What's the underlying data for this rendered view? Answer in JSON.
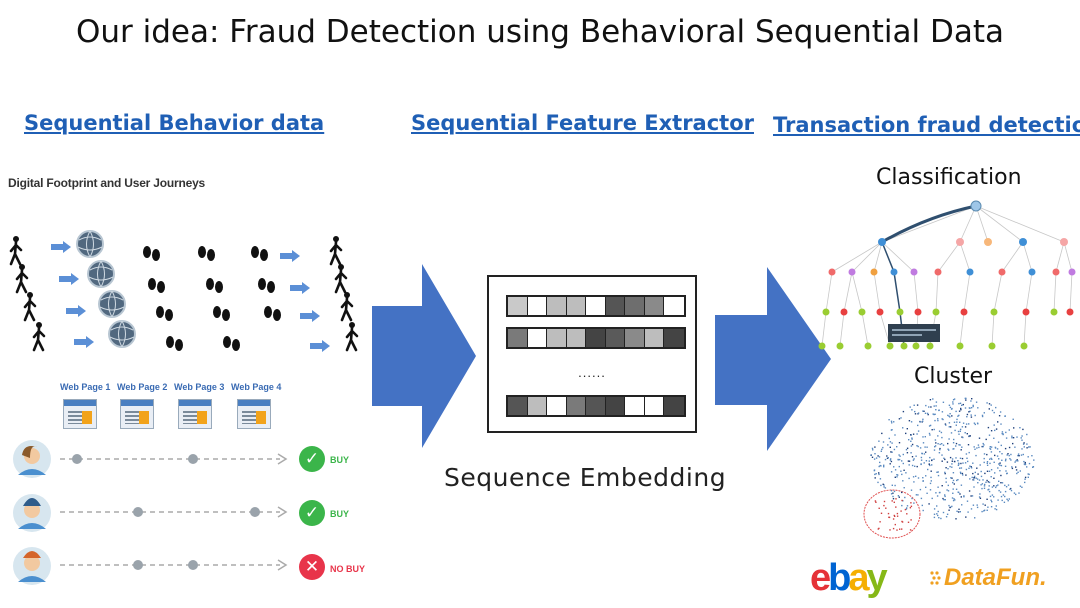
{
  "title": "Our idea: Fraud Detection using Behavioral Sequential Data",
  "headings": {
    "left": "Sequential Behavior data",
    "middle": "Sequential Feature Extractor",
    "right": "Transaction fraud detection"
  },
  "left_panel": {
    "footprint_title": "Digital Footprint and User Journeys",
    "pages": [
      "Web Page 1",
      "Web Page 2",
      "Web Page 3",
      "Web Page 4"
    ],
    "journeys": [
      {
        "outcome": "BUY",
        "result": "buy"
      },
      {
        "outcome": "BUY",
        "result": "buy"
      },
      {
        "outcome": "NO BUY",
        "result": "no-buy"
      }
    ]
  },
  "middle_panel": {
    "ellipsis": "......",
    "label": "Sequence Embedding"
  },
  "right_panel": {
    "classification_label": "Classification",
    "cluster_label": "Cluster"
  },
  "logos": {
    "ebay": "ebay",
    "datafun": "DataFun."
  },
  "colors": {
    "heading": "#1f5fb5",
    "arrow": "#4472c4",
    "buy": "#3bb54a",
    "no_buy": "#e8344a",
    "ebay_e": "#e53238",
    "ebay_b": "#0064d2",
    "ebay_a": "#f5af02",
    "ebay_y": "#86b817",
    "datafun": "#f0a020"
  }
}
